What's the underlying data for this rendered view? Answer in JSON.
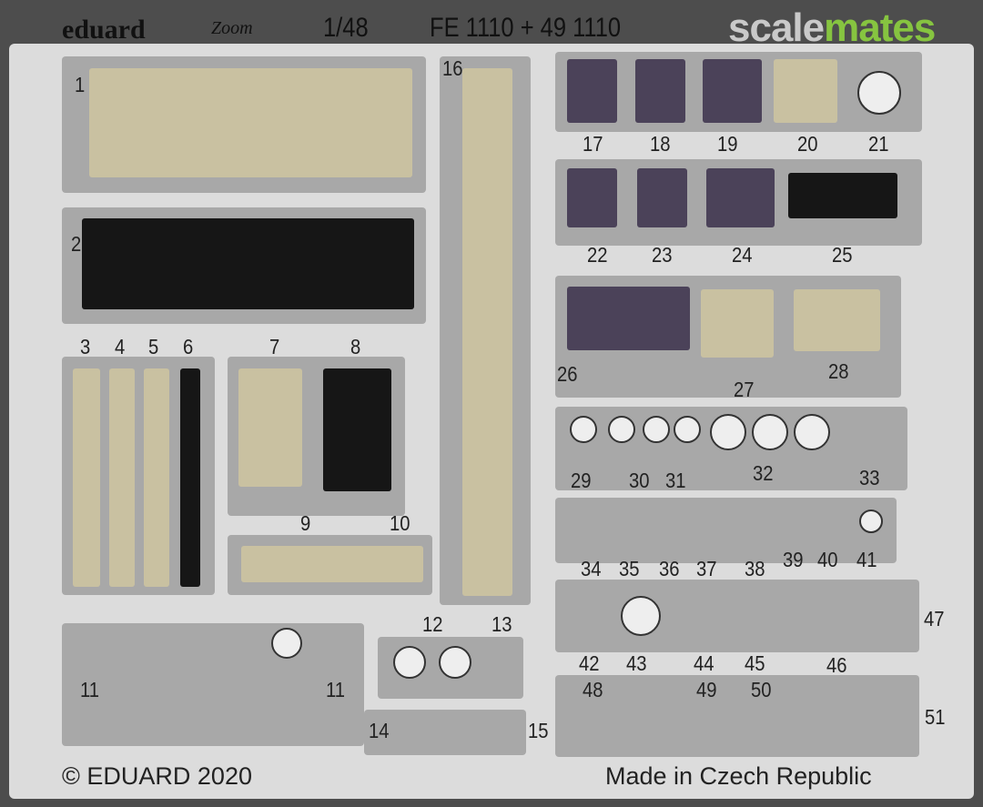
{
  "header": {
    "brand": "eduard",
    "sub_brand": "Zoom",
    "scale": "1/48",
    "product_codes": "FE 1110 + 49 1110"
  },
  "watermark": {
    "part1": "scale",
    "part2": "mates"
  },
  "part_numbers": [
    "1",
    "2",
    "3",
    "4",
    "5",
    "6",
    "7",
    "8",
    "9",
    "10",
    "11",
    "11",
    "12",
    "13",
    "14",
    "15",
    "16",
    "17",
    "18",
    "19",
    "20",
    "21",
    "22",
    "23",
    "24",
    "25",
    "26",
    "27",
    "28",
    "29",
    "30",
    "31",
    "32",
    "33",
    "34",
    "35",
    "36",
    "37",
    "38",
    "39",
    "40",
    "41",
    "42",
    "43",
    "44",
    "45",
    "46",
    "47",
    "48",
    "49",
    "50",
    "51"
  ],
  "footer": {
    "copyright": "© EDUARD 2020",
    "origin": "Made in Czech Republic"
  },
  "colors": {
    "frame": "#4d4d4d",
    "fret": "#dcdcdc",
    "beige": "#c9c1a1",
    "purple": "#4b4259",
    "black": "#161616",
    "watermark_green": "#86c440"
  }
}
